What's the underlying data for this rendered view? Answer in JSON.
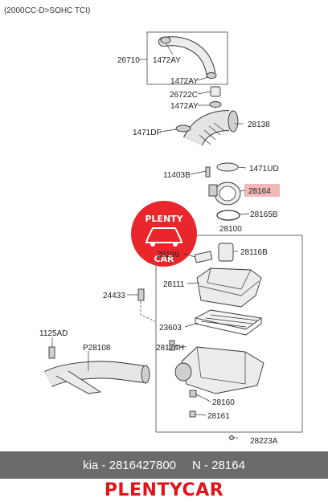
{
  "header": {
    "engine_note": "(2000CC-D>SOHC TCI)"
  },
  "labels": {
    "p26710": "26710",
    "p1472AY_a": "1472AY",
    "p1472AY_b": "1472AY",
    "p26722C": "26722C",
    "p1472AY_c": "1472AY",
    "p28138": "28138",
    "p1471DF": "1471DF",
    "p11403B": "11403B",
    "p1471UD": "1471UD",
    "p28164": "28164",
    "p28165B": "28165B",
    "p28100": "28100",
    "p28199": "28199",
    "p28116B": "28116B",
    "p28111": "28111",
    "p24433": "24433",
    "p23603": "23603",
    "p1125AD": "1125AD",
    "p28174H": "28174H",
    "pP28108": "P28108",
    "p28160": "28160",
    "p28161": "28161",
    "p28223A": "28223A"
  },
  "highlight_color": "#f2b8b8",
  "watermark": {
    "top": "PLENTY",
    "bottom": "CAR",
    "color": "#e8262c"
  },
  "footer": {
    "brand_part": "kia - 2816427800",
    "ref_part": "N - 28164"
  },
  "brand": {
    "name": "PLENTYCAR",
    "color": "#e0141b"
  }
}
